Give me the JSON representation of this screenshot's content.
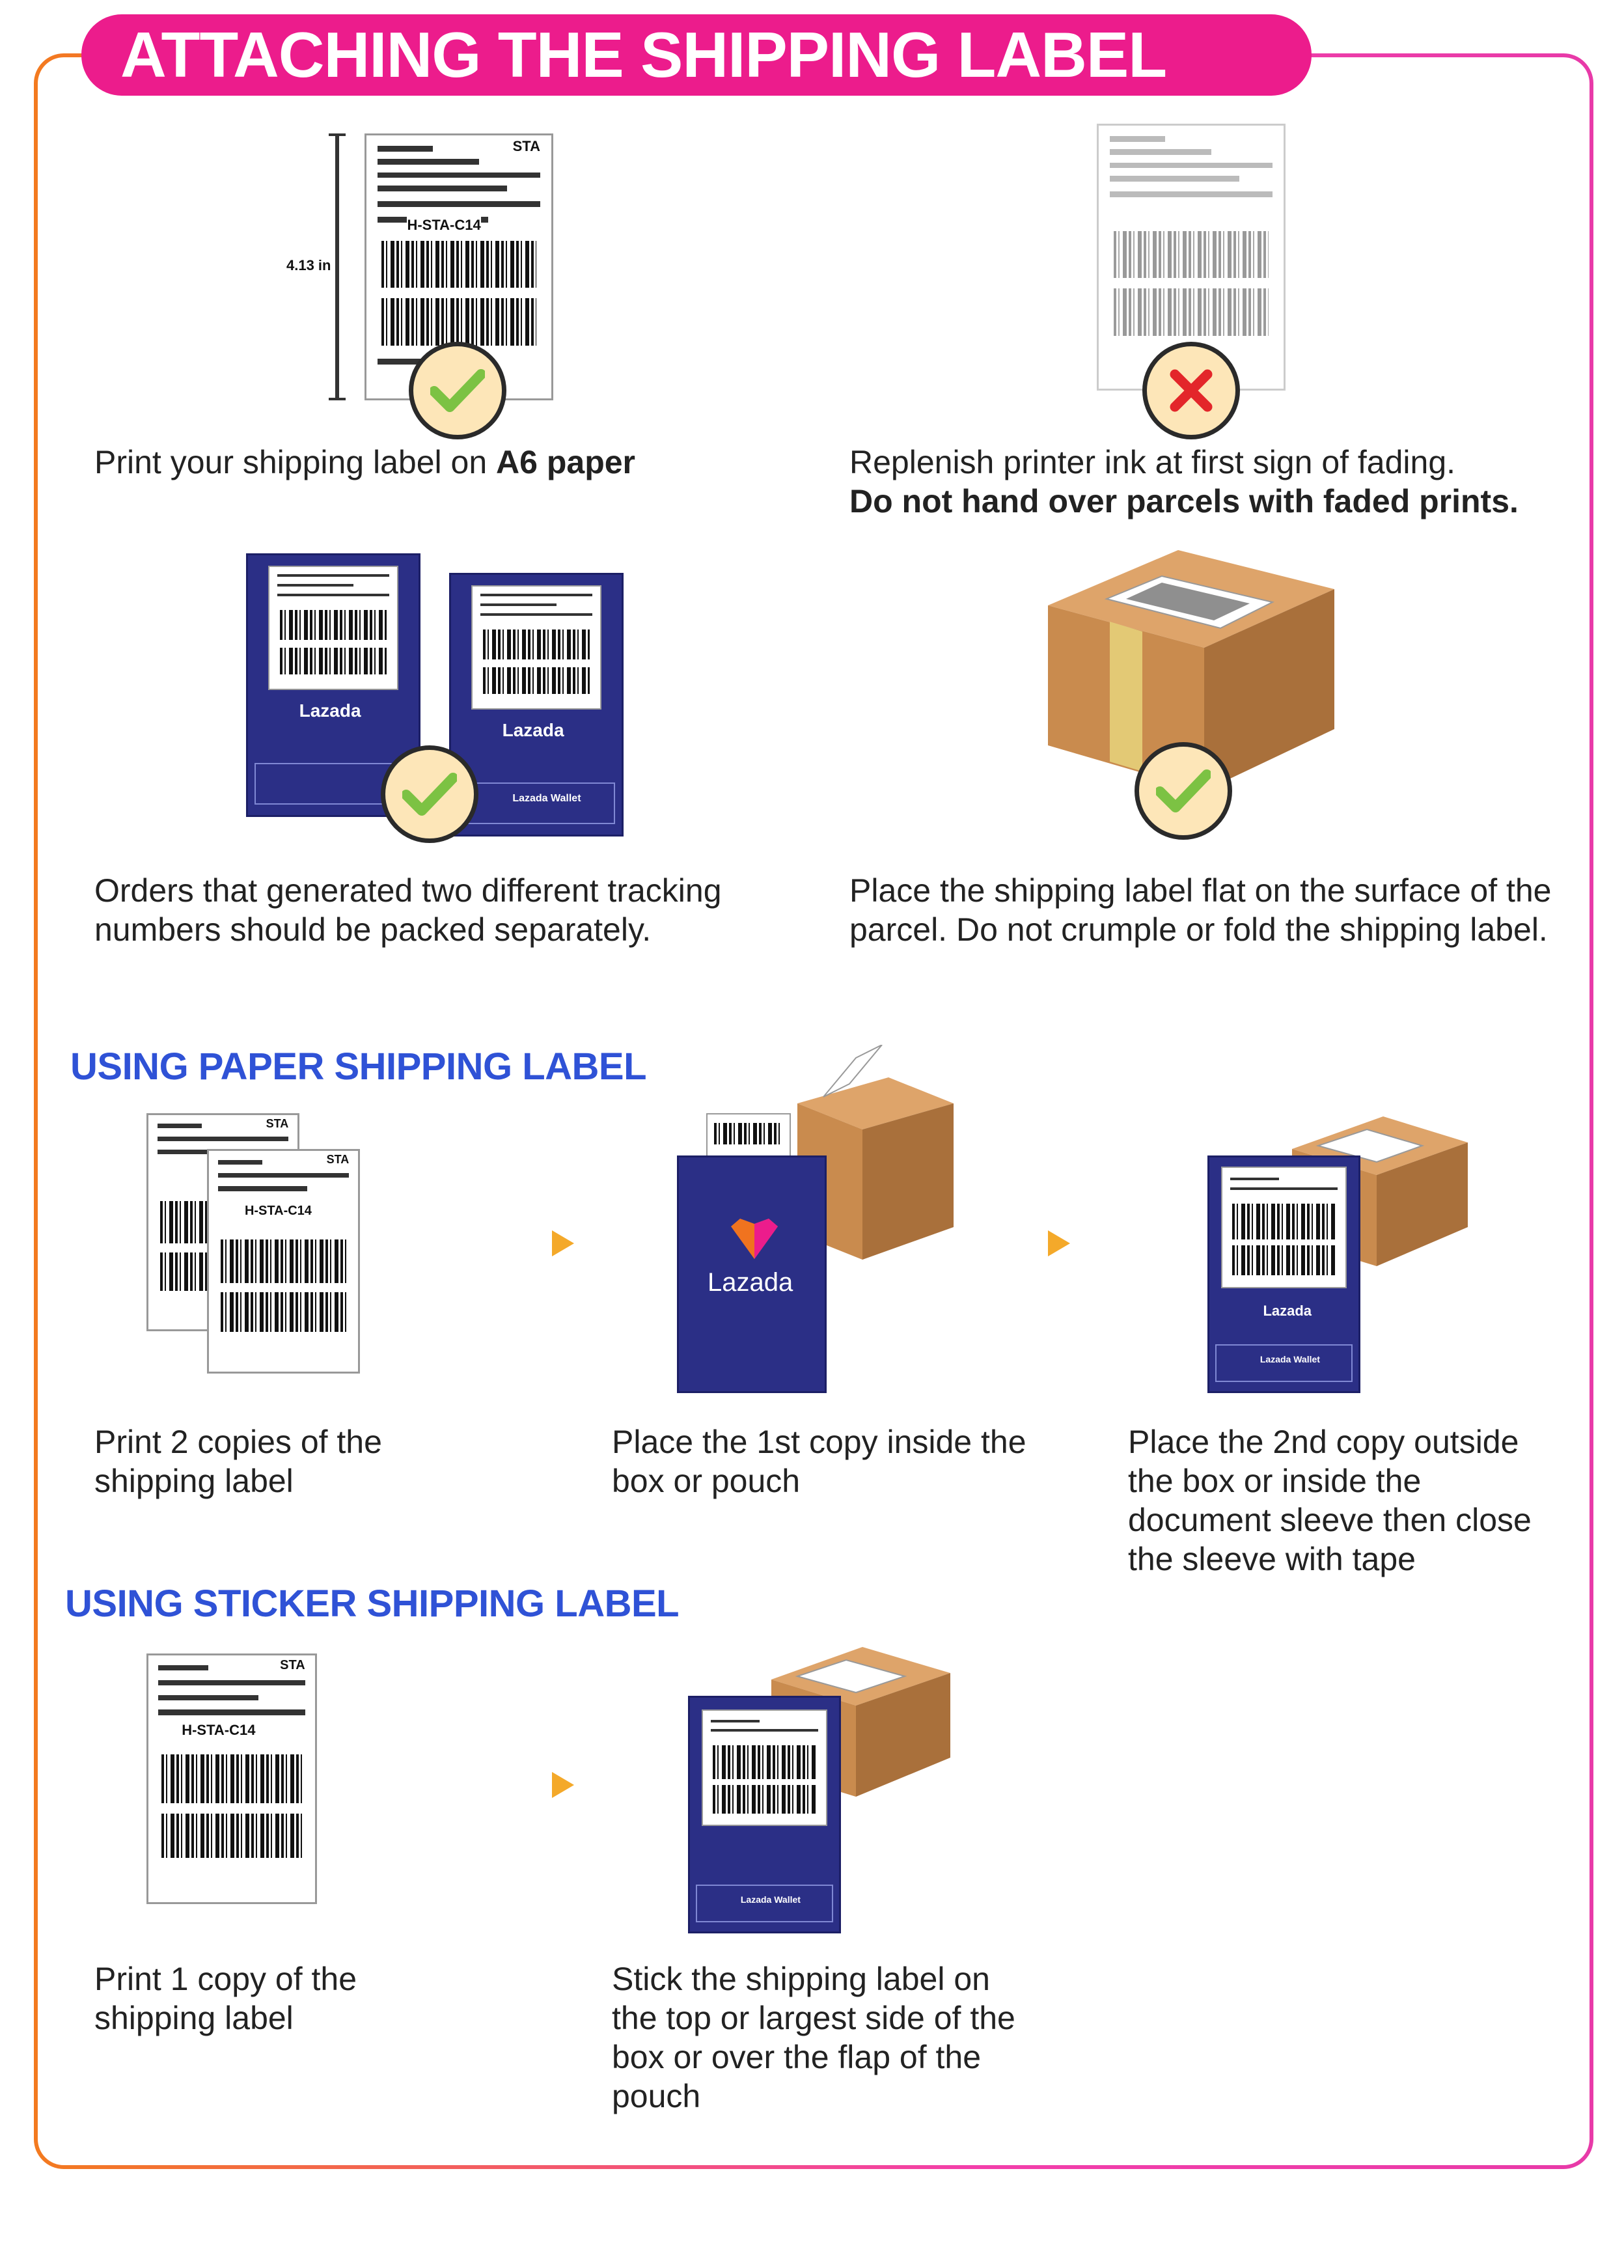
{
  "title": "ATTACHING THE SHIPPING LABEL",
  "colors": {
    "title_bg": "#ec1c8c",
    "section": "#2f52d6",
    "check": "#7cc243",
    "cross": "#e3262a",
    "pouch": "#2b2f86",
    "box": "#c98b4e",
    "arrow": "#f4a92a"
  },
  "icons": [
    "check-icon",
    "cross-icon",
    "play-arrow-icon",
    "lazada-heart-logo"
  ],
  "top_grid": {
    "item1": {
      "caption_pre": "Print your shipping label on ",
      "caption_bold": "A6 paper",
      "dimension": "4.13 in"
    },
    "item2": {
      "caption_line1": "Replenish printer ink at first sign of fading.",
      "caption_bold": "Do not hand over parcels with faded prints."
    },
    "item3": {
      "caption": "Orders that generated two different tracking numbers should be packed separately."
    },
    "item4": {
      "caption": "Place the shipping label flat on the surface of the   parcel. Do not crumple or fold the shipping label."
    }
  },
  "label": {
    "corner": "STA",
    "route": "H-STA-C14"
  },
  "brand": {
    "name": "Lazada",
    "wallet": "Lazada Wallet"
  },
  "paper_section": {
    "heading": "USING PAPER SHIPPING LABEL",
    "steps": [
      {
        "caption": "Print 2 copies of the shipping label"
      },
      {
        "caption": "Place the 1st copy inside the box or pouch"
      },
      {
        "caption": "Place the 2nd copy outside the box or inside the document sleeve then close the sleeve with tape"
      }
    ]
  },
  "sticker_section": {
    "heading": "USING STICKER SHIPPING LABEL",
    "steps": [
      {
        "caption": "Print 1 copy of the shipping label"
      },
      {
        "caption": "Stick the shipping label on the top or largest side of the box or over the flap of the pouch"
      }
    ]
  }
}
